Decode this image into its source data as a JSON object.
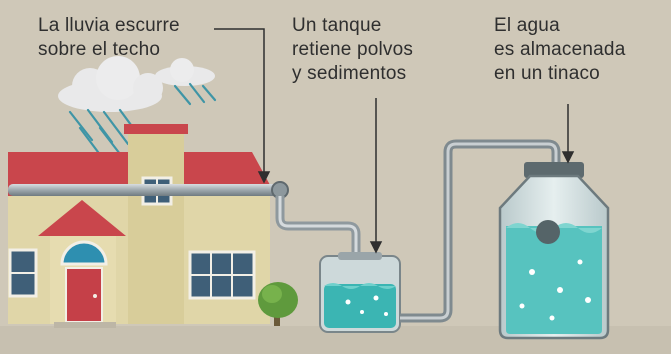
{
  "labels": {
    "rain": "La lluvia escurre\nsobre el techo",
    "tank": "Un tanque\nretiene polvos\ny sedimentos",
    "storage": "El agua\nes almacenada\nen un tinaco"
  },
  "colors": {
    "background": "#cfc8b8",
    "roof": "#c9464c",
    "wall": "#e0d6a8",
    "pipe": "#a9b3b7",
    "water": "#3bb5b3",
    "cloud": "#e9e9ea",
    "rain": "#3f95a6",
    "grass": "#5f9a3d",
    "door": "#c54048",
    "tinaco_glass": "#d7e6e6"
  },
  "icons": [
    "cloud-icon",
    "rain-icon",
    "house-icon",
    "tree-icon",
    "filter-tank-icon",
    "tinaco-icon"
  ]
}
